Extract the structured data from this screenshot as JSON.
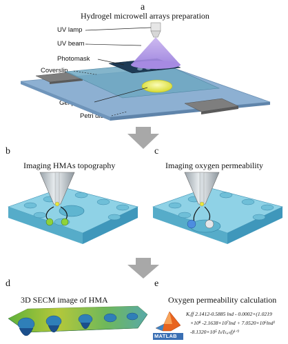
{
  "panels": {
    "a": {
      "letter": "a",
      "title": "Hydrogel microwell arrays preparation",
      "labels": {
        "uv_lamp": "UV lamp",
        "uv_beam": "UV beam",
        "photomask": "Photomask",
        "coverslip": "Coverslip",
        "gel_primer": "Gel primer",
        "petri_dish": "Petri dish"
      }
    },
    "b": {
      "letter": "b",
      "title": "Imaging HMAs topography"
    },
    "c": {
      "letter": "c",
      "title": "Imaging oxygen permeability"
    },
    "d": {
      "letter": "d",
      "title": "3D SECM image of HMA"
    },
    "e": {
      "letter": "e",
      "title": "Oxygen permeability calculation",
      "logo_text": "MATLAB",
      "formula_lines": [
        "Kₑff  2.1412-0.5885 lnd - 0.0002×(1.0219",
        "×10⁸ -2.1638×10⁷lnd + 7.0520×10⁶lnd²",
        "-8.1320×10⁵ Iₜ/Iₜ,ᵢₙf)¹ᐟ²"
      ]
    }
  },
  "colors": {
    "uv_beam": "#b49ae6",
    "mask": "#1c3550",
    "coverslip": "#77b0c8",
    "dish": "#8aaed0",
    "gel": "#e8ea5a",
    "slab_top": "#8fd2e6",
    "slab_side": "#4aa4c6",
    "arrow": "#a8a8a8"
  }
}
